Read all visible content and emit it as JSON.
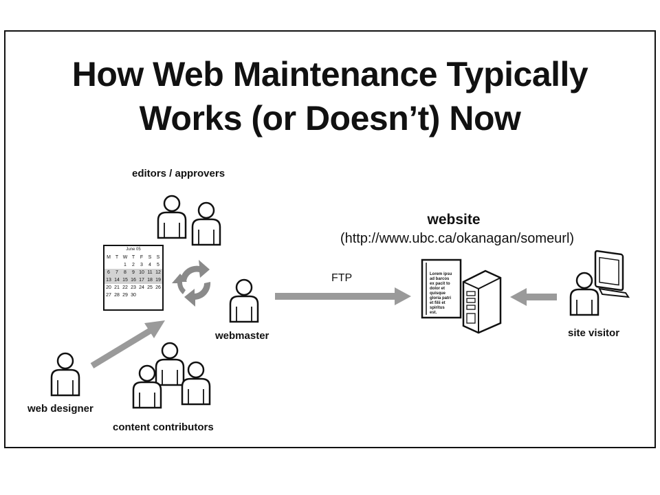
{
  "title": {
    "line1": "How Web Maintenance Typically",
    "line2": "Works (or Doesn’t) Now"
  },
  "actors": {
    "editors": "editors / approvers",
    "webmaster": "webmaster",
    "web_designer": "web designer",
    "content_contributors": "content contributors",
    "site_visitor": "site visitor"
  },
  "website": {
    "title": "website",
    "url": "(http://www.ubc.ca/okanagan/someurl)"
  },
  "connection": {
    "ftp_label": "FTP"
  },
  "calendar": {
    "month": "June 05",
    "days": [
      "M",
      "T",
      "W",
      "T",
      "F",
      "S",
      "S"
    ],
    "rows": [
      [
        "",
        "",
        "1",
        "2",
        "3",
        "4",
        "5"
      ],
      [
        "6",
        "7",
        "8",
        "9",
        "10",
        "11",
        "12"
      ],
      [
        "13",
        "14",
        "15",
        "16",
        "17",
        "18",
        "19"
      ],
      [
        "20",
        "21",
        "22",
        "23",
        "24",
        "25",
        "26"
      ],
      [
        "27",
        "28",
        "29",
        "30",
        "",
        "",
        ""
      ]
    ]
  },
  "document": {
    "lines": [
      "Lorem ipsu",
      "ad barcos",
      "ex pacit to",
      "dolor et",
      "quisque",
      "gloria patri",
      "et filii et",
      "spiritus",
      "est."
    ]
  },
  "icons": {
    "person": "person-icon",
    "cycle": "cycle-arrows-icon",
    "server": "server-icon",
    "monitor": "monitor-icon"
  },
  "colors": {
    "arrow": "#9a9a9a",
    "cycle": "#8a8a8a",
    "person_fill": "#ffffff",
    "stroke": "#111111"
  }
}
